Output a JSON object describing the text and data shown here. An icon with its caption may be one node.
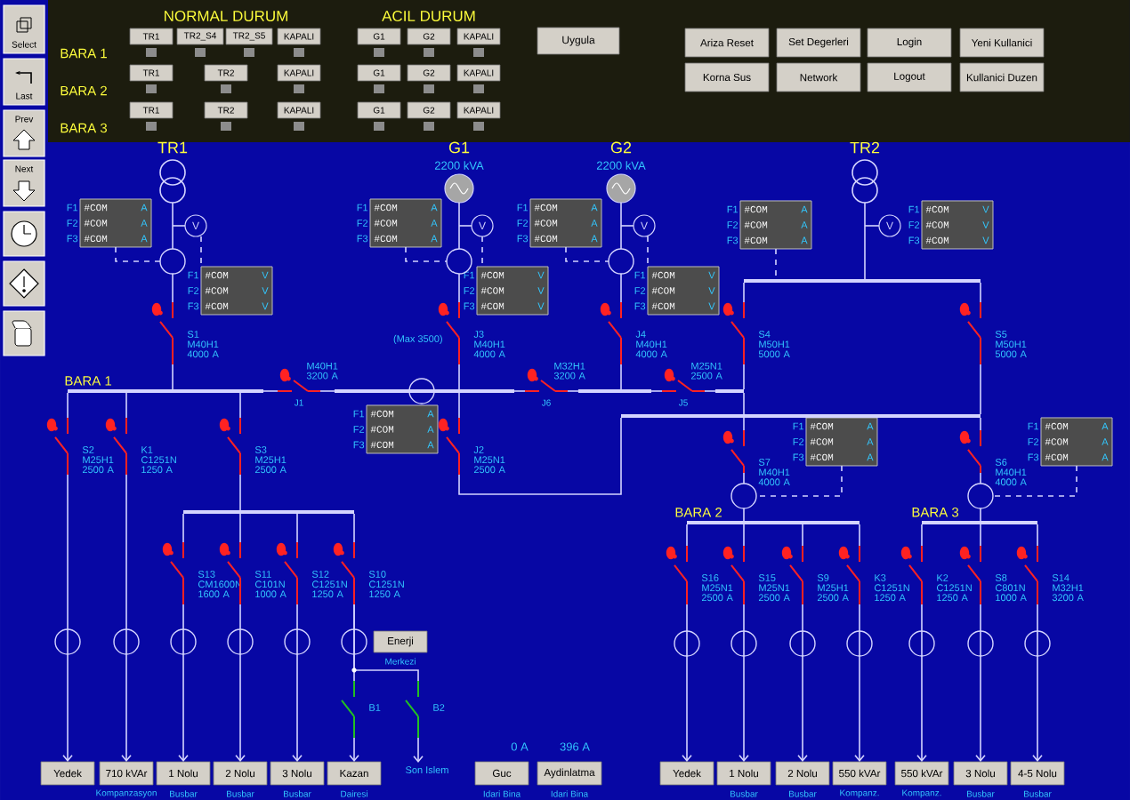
{
  "diagram": {
    "nodes": [
      {
        "text": [
          "Select"
        ]
      },
      {
        "text": [
          "Last"
        ]
      },
      {
        "text": [
          "Prev"
        ]
      },
      {
        "text": [
          "Next"
        ]
      },
      {
        "text": [],
        "shape": "box"
      },
      {
        "text": [],
        "shape": "box"
      },
      {
        "text": [],
        "shape": "box"
      },
      {
        "text": [
          "TR1"
        ]
      },
      {
        "text": [
          "TR2_S4"
        ]
      },
      {
        "text": [
          "TR2_S5"
        ]
      },
      {
        "text": [
          "KAPALI"
        ]
      },
      {
        "text": [
          "G1"
        ]
      },
      {
        "text": [
          "G2"
        ]
      },
      {
        "text": [
          "KAPALI"
        ]
      },
      {
        "text": [
          "TR1"
        ]
      },
      {
        "text": [
          "TR2"
        ]
      },
      {
        "text": [
          "KAPALI"
        ]
      },
      {
        "text": [
          "G1"
        ]
      },
      {
        "text": [
          "G2"
        ]
      },
      {
        "text": [
          "KAPALI"
        ]
      },
      {
        "text": [
          "TR1"
        ]
      },
      {
        "text": [
          "TR2"
        ]
      },
      {
        "text": [
          "KAPALI"
        ]
      },
      {
        "text": [
          "G1"
        ]
      },
      {
        "text": [
          "G2"
        ]
      },
      {
        "text": [
          "KAPALI"
        ]
      },
      {
        "text": [
          "Uygula"
        ]
      },
      {
        "text": [
          "Ariza Reset"
        ]
      },
      {
        "text": [
          "Set Degerleri"
        ]
      },
      {
        "text": [
          "Login"
        ]
      },
      {
        "text": [
          "Yeni Kullanici"
        ]
      },
      {
        "text": [
          "Korna Sus"
        ]
      },
      {
        "text": [
          "Network"
        ]
      },
      {
        "text": [
          "Logout"
        ]
      },
      {
        "text": [
          "Kullanici Duzen"
        ]
      },
      {
        "text": [
          "TR1"
        ]
      },
      {
        "text": [
          "G1",
          "2200 kVA"
        ]
      },
      {
        "text": [
          "G2",
          "2200 kVA"
        ]
      },
      {
        "text": [
          "TR2"
        ]
      },
      {
        "text": [
          "V"
        ]
      },
      {
        "text": [
          "V"
        ]
      },
      {
        "text": [
          "V"
        ]
      },
      {
        "text": [
          "V"
        ]
      },
      {
        "text": [
          "#COM",
          "A",
          "#COM",
          "A",
          "#COM",
          "A"
        ],
        "beside": [
          "F1",
          "F2",
          "F3"
        ]
      },
      {
        "text": [
          "#COM",
          "V",
          "#COM",
          "V",
          "#COM",
          "V"
        ],
        "beside": [
          "F1",
          "F2",
          "F3"
        ]
      },
      {
        "text": [
          "#COM",
          "A",
          "#COM",
          "A",
          "#COM",
          "A"
        ],
        "beside": [
          "F1",
          "F2",
          "F3"
        ]
      },
      {
        "text": [
          "#COM",
          "V",
          "#COM",
          "V",
          "#COM",
          "V"
        ],
        "beside": [
          "F1",
          "F2",
          "F3"
        ]
      },
      {
        "text": [
          "#COM",
          "A",
          "#COM",
          "A",
          "#COM",
          "A"
        ],
        "beside": [
          "F1",
          "F2",
          "F3"
        ]
      },
      {
        "text": [
          "#COM",
          "V",
          "#COM",
          "V",
          "#COM",
          "V"
        ],
        "beside": [
          "F1",
          "F2",
          "F3"
        ]
      },
      {
        "text": [
          "#COM",
          "A",
          "#COM",
          "A",
          "#COM",
          "A"
        ],
        "beside": [
          "F1",
          "F2",
          "F3"
        ]
      },
      {
        "text": [
          "#COM",
          "V",
          "#COM",
          "V",
          "#COM",
          "V"
        ],
        "beside": [
          "F1",
          "F2",
          "F3"
        ]
      },
      {
        "text": [
          "#COM",
          "A",
          "#COM",
          "A",
          "#COM",
          "A"
        ],
        "beside": [
          "F1",
          "F2",
          "F3"
        ]
      },
      {
        "text": [
          "#COM",
          "A",
          "#COM",
          "A",
          "#COM",
          "A"
        ],
        "beside": [
          "F1",
          "F2",
          "F3"
        ]
      },
      {
        "text": [
          "#COM",
          "A",
          "#COM",
          "A",
          "#COM",
          "A"
        ],
        "beside": [
          "F1",
          "F2",
          "F3"
        ]
      },
      {
        "text": [],
        "shape": "switch",
        "beside": [
          "S1",
          "M40H1 4000 A"
        ]
      },
      {
        "text": [],
        "shape": "switch",
        "beside": [
          "(Max 3500)",
          "J3",
          "M40H1 4000 A"
        ]
      },
      {
        "text": [],
        "shape": "switch",
        "beside": [
          "J4",
          "M40H1 4000 A"
        ]
      },
      {
        "text": [],
        "shape": "switch",
        "beside": [
          "S4",
          "M50H1 5000 A"
        ]
      },
      {
        "text": [],
        "shape": "switch",
        "beside": [
          "S5",
          "M50H1 5000 A"
        ]
      },
      {
        "text": [],
        "shape": "switch",
        "beside": [
          "J1",
          "M40H1 3200 A"
        ]
      },
      {
        "text": [],
        "shape": "switch",
        "beside": [
          "J6",
          "M32H1 3200 A"
        ]
      },
      {
        "text": [],
        "shape": "switch",
        "beside": [
          "J5",
          "M25N1 2500 A"
        ]
      },
      {
        "text": [],
        "shape": "switch",
        "beside": [
          "S2",
          "M25H1 2500 A"
        ]
      },
      {
        "text": [],
        "shape": "switch",
        "beside": [
          "K1",
          "C1251N 1250 A"
        ]
      },
      {
        "text": [],
        "shape": "switch",
        "beside": [
          "S3",
          "M25H1 2500 A"
        ]
      },
      {
        "text": [],
        "shape": "switch",
        "beside": [
          "J2",
          "M25N1 2500 A"
        ]
      },
      {
        "text": [],
        "shape": "switch",
        "beside": [
          "S7",
          "M40H1 4000 A"
        ]
      },
      {
        "text": [],
        "shape": "switch",
        "beside": [
          "S6",
          "M40H1 4000 A"
        ]
      },
      {
        "text": [],
        "shape": "switch",
        "beside": [
          "S13",
          "CM1600N 1600 A"
        ]
      },
      {
        "text": [],
        "shape": "switch",
        "beside": [
          "S11",
          "C101N 1000 A"
        ]
      },
      {
        "text": [],
        "shape": "switch",
        "beside": [
          "S12",
          "C1251N 1250 A"
        ]
      },
      {
        "text": [],
        "shape": "switch",
        "beside": [
          "S10",
          "C1251N 1250 A"
        ]
      },
      {
        "text": [],
        "shape": "switch",
        "beside": [
          "S16",
          "M25N1 2500 A"
        ]
      },
      {
        "text": [],
        "shape": "switch",
        "beside": [
          "S15",
          "M25N1 2500 A"
        ]
      },
      {
        "text": [],
        "shape": "switch",
        "beside": [
          "S9",
          "M25H1 2500 A"
        ]
      },
      {
        "text": [],
        "shape": "switch",
        "beside": [
          "K3",
          "C1251N 1250 A"
        ]
      },
      {
        "text": [],
        "shape": "switch",
        "beside": [
          "K2",
          "C1251N 1250 A"
        ]
      },
      {
        "text": [],
        "shape": "switch",
        "beside": [
          "S8",
          "C801N 1000 A"
        ]
      },
      {
        "text": [],
        "shape": "switch",
        "beside": [
          "S14",
          "M32H1 3200 A"
        ]
      },
      {
        "text": [],
        "shape": "switch",
        "beside": [
          "B1"
        ]
      },
      {
        "text": [],
        "shape": "switch",
        "beside": [
          "B2"
        ]
      },
      {
        "text": [],
        "shape": "bar",
        "beside": [
          "BARA 1"
        ]
      },
      {
        "text": [],
        "shape": "bar"
      },
      {
        "text": [],
        "shape": "bar"
      },
      {
        "text": [],
        "shape": "bar"
      },
      {
        "text": [],
        "shape": "bar"
      },
      {
        "text": [],
        "shape": "bar"
      },
      {
        "text": [],
        "shape": "bar"
      },
      {
        "text": [],
        "shape": "bar",
        "beside": [
          "BARA 2"
        ]
      },
      {
        "text": [],
        "shape": "bar",
        "beside": [
          "BARA 3"
        ]
      },
      {
        "text": [
          "Yedek"
        ]
      },
      {
        "text": [
          "710 kVAr"
        ],
        "beside": [
          "Kompanzasyon"
        ]
      },
      {
        "text": [
          "1 Nolu"
        ],
        "beside": [
          "Busbar"
        ]
      },
      {
        "text": [
          "2 Nolu"
        ],
        "beside": [
          "Busbar"
        ]
      },
      {
        "text": [
          "3 Nolu"
        ],
        "beside": [
          "Busbar"
        ]
      },
      {
        "text": [
          "Kazan"
        ],
        "beside": [
          "Dairesi"
        ]
      },
      {
        "text": [
          "Son Islem"
        ]
      },
      {
        "text": [
          "Enerji"
        ],
        "beside": [
          "Merkezi"
        ]
      },
      {
        "text": [
          "Guc"
        ],
        "beside": [
          "Idari Bina"
        ]
      },
      {
        "text": [
          "Aydinlatma"
        ],
        "beside": [
          "Idari Bina"
        ]
      },
      {
        "text": [
          "Yedek"
        ]
      },
      {
        "text": [
          "1 Nolu"
        ],
        "beside": [
          "Busbar"
        ]
      },
      {
        "text": [
          "2 Nolu"
        ],
        "beside": [
          "Busbar"
        ]
      },
      {
        "text": [
          "550 kVAr"
        ],
        "beside": [
          "Kompanz."
        ]
      },
      {
        "text": [
          "550 kVAr"
        ],
        "beside": [
          "Kompanz."
        ]
      },
      {
        "text": [
          "3 Nolu"
        ],
        "beside": [
          "Busbar"
        ]
      },
      {
        "text": [
          "4-5 Nolu"
        ],
        "beside": [
          "Busbar"
        ]
      },
      {
        "text": [],
        "shape": "circle"
      },
      {
        "text": [],
        "shape": "circle"
      },
      {
        "text": [],
        "shape": "circle"
      },
      {
        "text": [],
        "shape": "circle"
      },
      {
        "text": [],
        "shape": "circle"
      }
    ],
    "edges": [
      {
        "from": 35,
        "to": 107,
        "arrow": "none"
      },
      {
        "from": 107,
        "to": 54,
        "arrow": "none"
      },
      {
        "from": 54,
        "to": 81,
        "arrow": "none"
      },
      {
        "from": 36,
        "to": 108,
        "arrow": "none"
      },
      {
        "from": 108,
        "to": 55,
        "arrow": "none"
      },
      {
        "from": 55,
        "to": 82,
        "arrow": "none"
      },
      {
        "from": 37,
        "to": 109,
        "arrow": "none"
      },
      {
        "from": 109,
        "to": 56,
        "arrow": "none"
      },
      {
        "from": 56,
        "to": 83,
        "arrow": "none"
      },
      {
        "from": 38,
        "to": 85,
        "arrow": "none"
      },
      {
        "from": 85,
        "to": 57,
        "arrow": "none"
      },
      {
        "from": 57,
        "to": 84,
        "arrow": "none"
      },
      {
        "from": 85,
        "to": 58,
        "arrow": "none"
      },
      {
        "from": 58,
        "to": 86,
        "arrow": "none"
      },
      {
        "from": 84,
        "to": 86,
        "arrow": "none"
      },
      {
        "from": 86,
        "to": 66,
        "arrow": "none"
      },
      {
        "from": 86,
        "to": 67,
        "arrow": "none"
      },
      {
        "from": 81,
        "to": 59,
        "arrow": "none"
      },
      {
        "from": 59,
        "to": 82,
        "arrow": "none"
      },
      {
        "from": 82,
        "to": 60,
        "arrow": "none"
      },
      {
        "from": 60,
        "to": 83,
        "arrow": "none"
      },
      {
        "from": 83,
        "to": 61,
        "arrow": "none"
      },
      {
        "from": 61,
        "to": 84,
        "arrow": "none"
      },
      {
        "from": 82,
        "to": 65,
        "arrow": "none"
      },
      {
        "from": 65,
        "to": 86,
        "arrow": "none"
      },
      {
        "from": 81,
        "to": 62,
        "arrow": "none"
      },
      {
        "from": 81,
        "to": 63,
        "arrow": "none"
      },
      {
        "from": 81,
        "to": 64,
        "arrow": "none"
      },
      {
        "from": 64,
        "to": 87,
        "arrow": "none"
      },
      {
        "from": 87,
        "to": 68,
        "arrow": "none"
      },
      {
        "from": 87,
        "to": 69,
        "arrow": "none"
      },
      {
        "from": 87,
        "to": 70,
        "arrow": "none"
      },
      {
        "from": 87,
        "to": 71,
        "arrow": "none"
      },
      {
        "from": 71,
        "to": 79,
        "arrow": "none"
      },
      {
        "from": 71,
        "to": 80,
        "arrow": "none"
      },
      {
        "from": 66,
        "to": 110,
        "arrow": "none"
      },
      {
        "from": 110,
        "to": 88,
        "arrow": "none"
      },
      {
        "from": 67,
        "to": 111,
        "arrow": "none"
      },
      {
        "from": 111,
        "to": 89,
        "arrow": "none"
      },
      {
        "from": 88,
        "to": 72,
        "arrow": "none"
      },
      {
        "from": 88,
        "to": 73,
        "arrow": "none"
      },
      {
        "from": 88,
        "to": 74,
        "arrow": "none"
      },
      {
        "from": 88,
        "to": 75,
        "arrow": "none"
      },
      {
        "from": 89,
        "to": 76,
        "arrow": "none"
      },
      {
        "from": 89,
        "to": 77,
        "arrow": "none"
      },
      {
        "from": 89,
        "to": 78,
        "arrow": "none"
      },
      {
        "from": 62,
        "to": 90,
        "arrow": "to"
      },
      {
        "from": 63,
        "to": 91,
        "arrow": "to"
      },
      {
        "from": 68,
        "to": 92,
        "arrow": "to"
      },
      {
        "from": 69,
        "to": 93,
        "arrow": "to"
      },
      {
        "from": 70,
        "to": 94,
        "arrow": "to"
      },
      {
        "from": 79,
        "to": 95,
        "arrow": "to"
      },
      {
        "from": 80,
        "to": 96,
        "arrow": "to"
      },
      {
        "from": 72,
        "to": 100,
        "arrow": "to"
      },
      {
        "from": 73,
        "to": 101,
        "arrow": "to"
      },
      {
        "from": 74,
        "to": 102,
        "arrow": "to"
      },
      {
        "from": 75,
        "to": 103,
        "arrow": "to"
      },
      {
        "from": 76,
        "to": 104,
        "arrow": "to"
      },
      {
        "from": 77,
        "to": 105,
        "arrow": "to"
      },
      {
        "from": 78,
        "to": 106,
        "arrow": "to"
      },
      {
        "from": null,
        "to": 39,
        "arrow": "none"
      },
      {
        "from": null,
        "to": 40,
        "arrow": "none"
      },
      {
        "from": null,
        "to": 41,
        "arrow": "none"
      },
      {
        "from": null,
        "to": 42,
        "arrow": "none"
      },
      {
        "from": 43,
        "to": 107,
        "arrow": "none",
        "style": "dashed"
      },
      {
        "from": 39,
        "to": 44,
        "arrow": "none",
        "style": "dashed"
      },
      {
        "from": 45,
        "to": 108,
        "arrow": "none",
        "style": "dashed"
      },
      {
        "from": 40,
        "to": 46,
        "arrow": "none",
        "style": "dashed"
      },
      {
        "from": 47,
        "to": 109,
        "arrow": "none",
        "style": "dashed"
      },
      {
        "from": 41,
        "to": 48,
        "arrow": "none",
        "style": "dashed"
      },
      {
        "from": 49,
        "to": 85,
        "arrow": "none",
        "style": "dashed"
      },
      {
        "from": 52,
        "to": 110,
        "arrow": "none",
        "style": "dashed"
      },
      {
        "from": 53,
        "to": 111,
        "arrow": "none",
        "style": "dashed"
      }
    ],
    "labels": [
      "NORMAL DURUM",
      "ACIL DURUM",
      "BARA 1",
      "BARA 2",
      "BARA 3",
      "0 A",
      "396 A"
    ]
  }
}
